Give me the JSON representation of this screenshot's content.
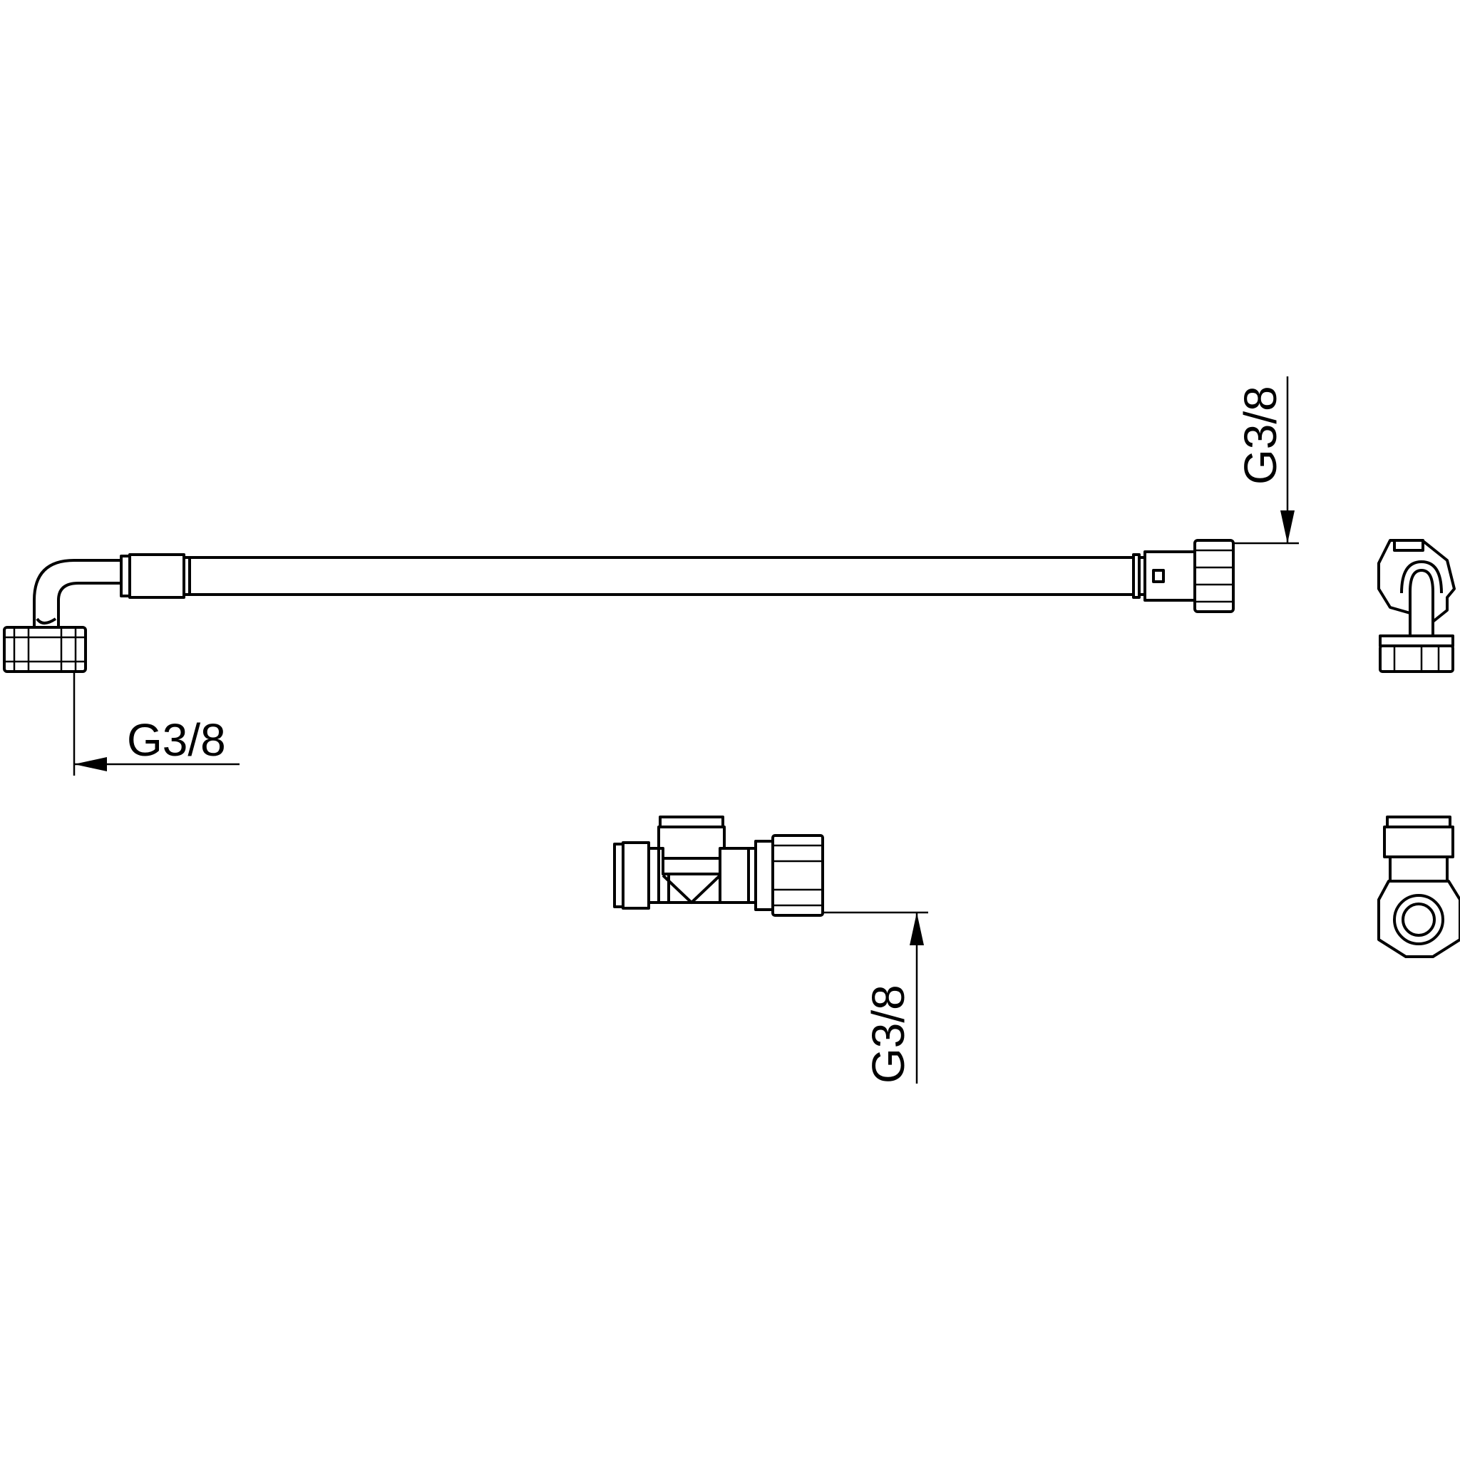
{
  "annotations": {
    "hose_left_thread": "G3/8",
    "hose_right_thread": "G3/8",
    "valve_outlet_thread": "G3/8"
  },
  "colors": {
    "line": "#000000",
    "background": "#ffffff"
  }
}
